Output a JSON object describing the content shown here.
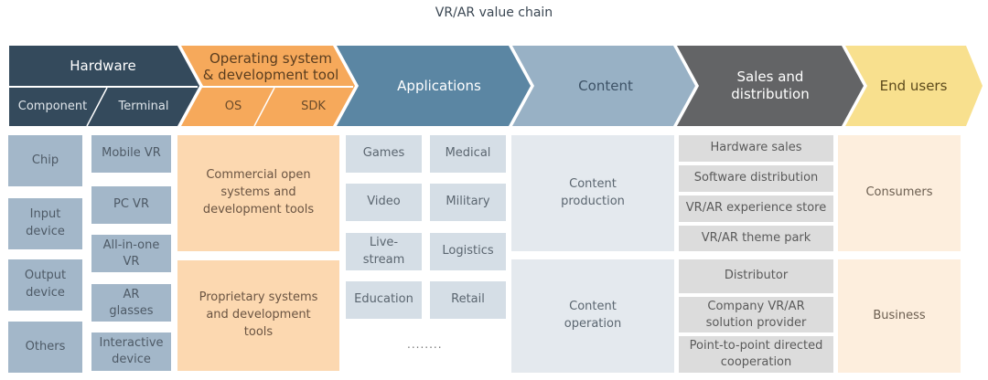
{
  "title": "VR/AR value chain",
  "colors": {
    "hardware": "#344a5c",
    "os": "#f6a95b",
    "applications": "#5b86a3",
    "content": "#98b1c5",
    "sales": "#636466",
    "end_users": "#f8e08e"
  },
  "stages": {
    "hardware": {
      "label": "Hardware",
      "sub": [
        "Component",
        "Terminal"
      ]
    },
    "os": {
      "label": "Operating system & development tool",
      "label_line1": "Operating system",
      "label_line2": "& development tool",
      "sub": [
        "OS",
        "SDK"
      ]
    },
    "applications": {
      "label": "Applications"
    },
    "content": {
      "label": "Content"
    },
    "sales": {
      "label_line1": "Sales and",
      "label_line2": "distribution"
    },
    "end_users": {
      "label": "End users"
    }
  },
  "hardware": {
    "components": [
      "Chip",
      "Input device",
      "Output device",
      "Others"
    ],
    "terminals": [
      "Mobile VR",
      "PC VR",
      "All-in-one VR",
      "AR glasses",
      "Interactive device"
    ]
  },
  "os": {
    "items": [
      "Commercial open systems and development tools",
      "Proprietary systems and development tools"
    ]
  },
  "applications": {
    "items": [
      "Games",
      "Medical",
      "Video",
      "Military",
      "Live-stream",
      "Logistics",
      "Education",
      "Retail"
    ],
    "more": "........"
  },
  "content": {
    "items": [
      "Content production",
      "Content operation"
    ]
  },
  "sales": {
    "consumer_channels": [
      "Hardware sales",
      "Software distribution",
      "VR/AR experience store",
      "VR/AR theme park"
    ],
    "business_channels": [
      "Distributor",
      "Company VR/AR solution provider",
      "Point-to-point directed cooperation"
    ]
  },
  "end_users": {
    "items": [
      "Consumers",
      "Business"
    ]
  }
}
